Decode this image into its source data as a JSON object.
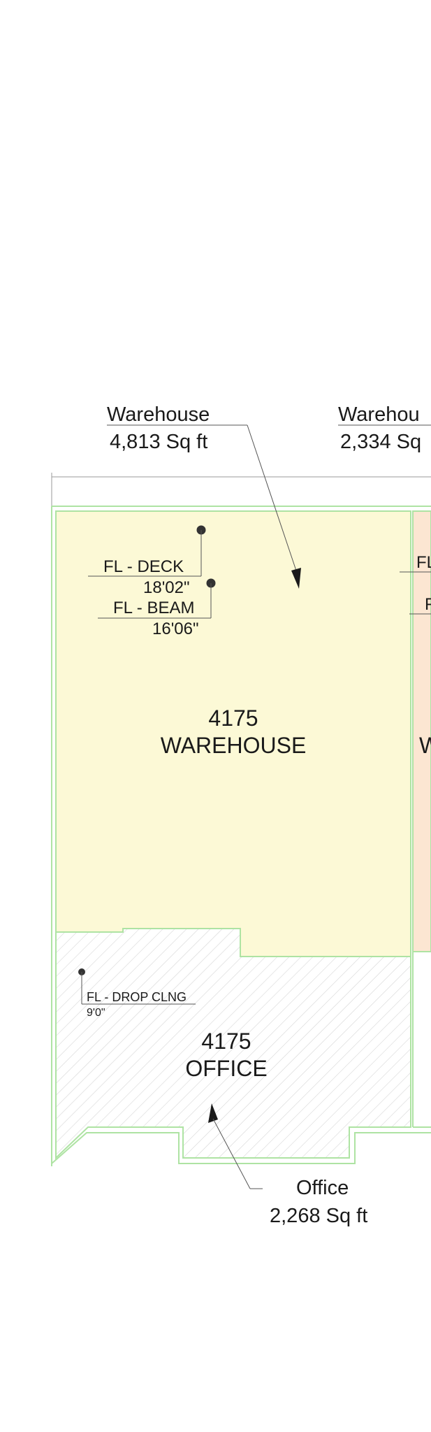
{
  "colors": {
    "warehouse_fill": "#fcf9d6",
    "neighbor_fill": "#fce6d2",
    "wall_line": "#aee3a3",
    "office_hatch": "#d4d4d4",
    "leader_line": "#555555",
    "marker_dot": "#333333"
  },
  "callouts": {
    "warehouse": {
      "title": "Warehouse",
      "area": "4,813 Sq ft"
    },
    "warehouse_adjacent": {
      "title": "Warehou",
      "area": "2,334 Sq"
    },
    "office": {
      "title": "Office",
      "area": "2,268 Sq ft"
    }
  },
  "elevations": {
    "deck": {
      "label": "FL - DECK",
      "value": "18'02\""
    },
    "beam": {
      "label": "FL - BEAM",
      "value": "16'06\""
    },
    "drop_ceiling": {
      "label": "FL - DROP CLNG",
      "value": "9'0\""
    },
    "adjacent_deck": {
      "label": "FL"
    },
    "adjacent_beam": {
      "label": "F"
    }
  },
  "rooms": {
    "warehouse": {
      "number": "4175",
      "name": "WAREHOUSE"
    },
    "office": {
      "number": "4175",
      "name": "OFFICE"
    },
    "adjacent": {
      "name_fragment": "W"
    }
  }
}
